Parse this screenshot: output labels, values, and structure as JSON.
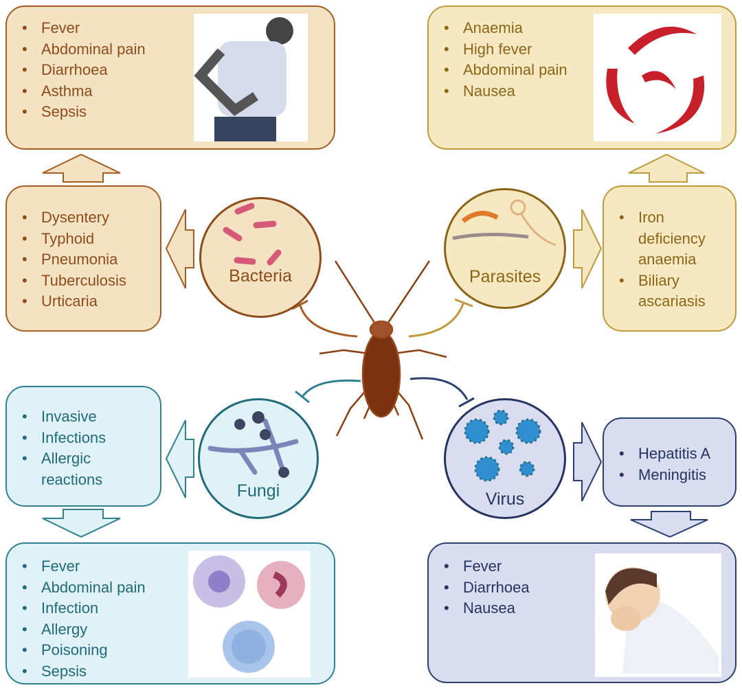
{
  "bacteria": {
    "label": "Bacteria",
    "diseases": [
      "Dysentery",
      "Typhoid",
      "Pneumonia",
      "Tuberculosis",
      "Urticaria"
    ],
    "symptoms": [
      "Fever",
      "Abdominal pain",
      "Diarrhoea",
      "Asthma",
      "Sepsis"
    ],
    "color": "#a65c22"
  },
  "parasites": {
    "label": "Parasites",
    "diseases": [
      "Iron deficiency anaemia",
      "Biliary ascariasis"
    ],
    "symptoms": [
      "Anaemia",
      "High fever",
      "Abdominal pain",
      "Nausea"
    ],
    "color": "#bf9a3a"
  },
  "fungi": {
    "label": "Fungi",
    "diseases": [
      "Invasive",
      "Infections",
      "Allergic reactions"
    ],
    "symptoms": [
      "Fever",
      "Abdominal pain",
      "Infection",
      "Allergy",
      "Poisoning",
      "Sepsis"
    ],
    "color": "#2f8190"
  },
  "virus": {
    "label": "Virus",
    "diseases": [
      "Hepatitis A",
      "Meningitis"
    ],
    "symptoms": [
      "Fever",
      "Diarrhoea",
      "Nausea"
    ],
    "color": "#2b3f6e"
  }
}
